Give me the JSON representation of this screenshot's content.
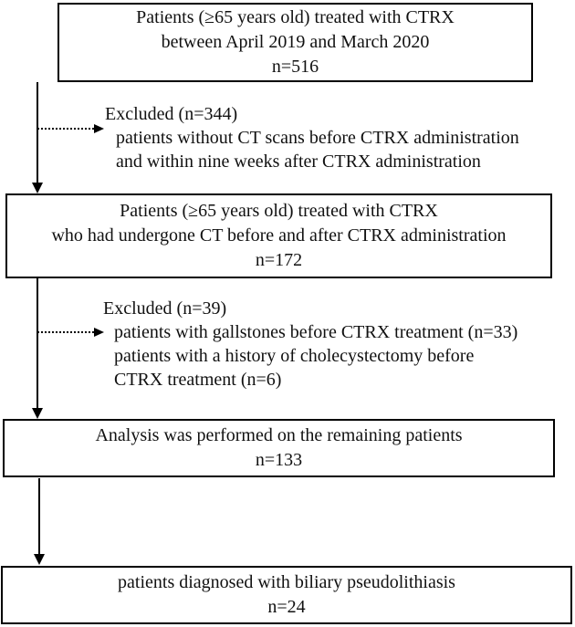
{
  "colors": {
    "ink": "#000000",
    "background": "#ffffff"
  },
  "boxes": [
    {
      "lines": [
        "Patients (≥65 years old) treated with CTRX",
        "between April 2019 and March 2020",
        "n=516"
      ]
    },
    {
      "lines": [
        "Patients (≥65 years old) treated with CTRX",
        "who had undergone CT before and after CTRX administration",
        "n=172"
      ]
    },
    {
      "lines": [
        "Analysis was performed on the remaining patients",
        "n=133"
      ]
    },
    {
      "lines": [
        "patients diagnosed with biliary pseudolithiasis",
        "n=24"
      ]
    }
  ],
  "exclusions": [
    {
      "title": "Excluded (n=344)",
      "lines": [
        "patients without CT scans before CTRX administration",
        "and within nine weeks after CTRX administration"
      ]
    },
    {
      "title": "Excluded (n=39)",
      "lines": [
        "patients with gallstones before CTRX treatment (n=33)",
        "patients with a history of cholecystectomy before",
        "CTRX treatment (n=6)"
      ]
    }
  ]
}
